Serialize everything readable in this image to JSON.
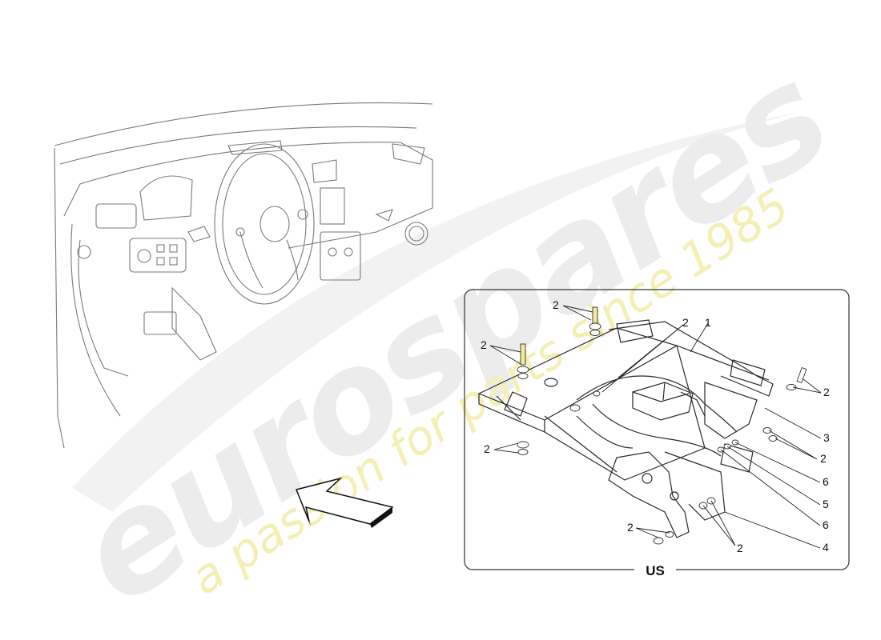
{
  "watermark": {
    "brand": "eurospares",
    "tagline": "a passion for parts since 1985"
  },
  "region_label": "US",
  "callouts": [
    {
      "id": "c1",
      "text": "2"
    },
    {
      "id": "c2",
      "text": "2"
    },
    {
      "id": "c3",
      "text": "2"
    },
    {
      "id": "c4",
      "text": "1"
    },
    {
      "id": "c5",
      "text": "2"
    },
    {
      "id": "c6",
      "text": "3"
    },
    {
      "id": "c7",
      "text": "2"
    },
    {
      "id": "c8",
      "text": "2"
    },
    {
      "id": "c9",
      "text": "6"
    },
    {
      "id": "c10",
      "text": "5"
    },
    {
      "id": "c11",
      "text": "6"
    },
    {
      "id": "c12",
      "text": "2"
    },
    {
      "id": "c13",
      "text": "2"
    },
    {
      "id": "c14",
      "text": "4"
    }
  ]
}
